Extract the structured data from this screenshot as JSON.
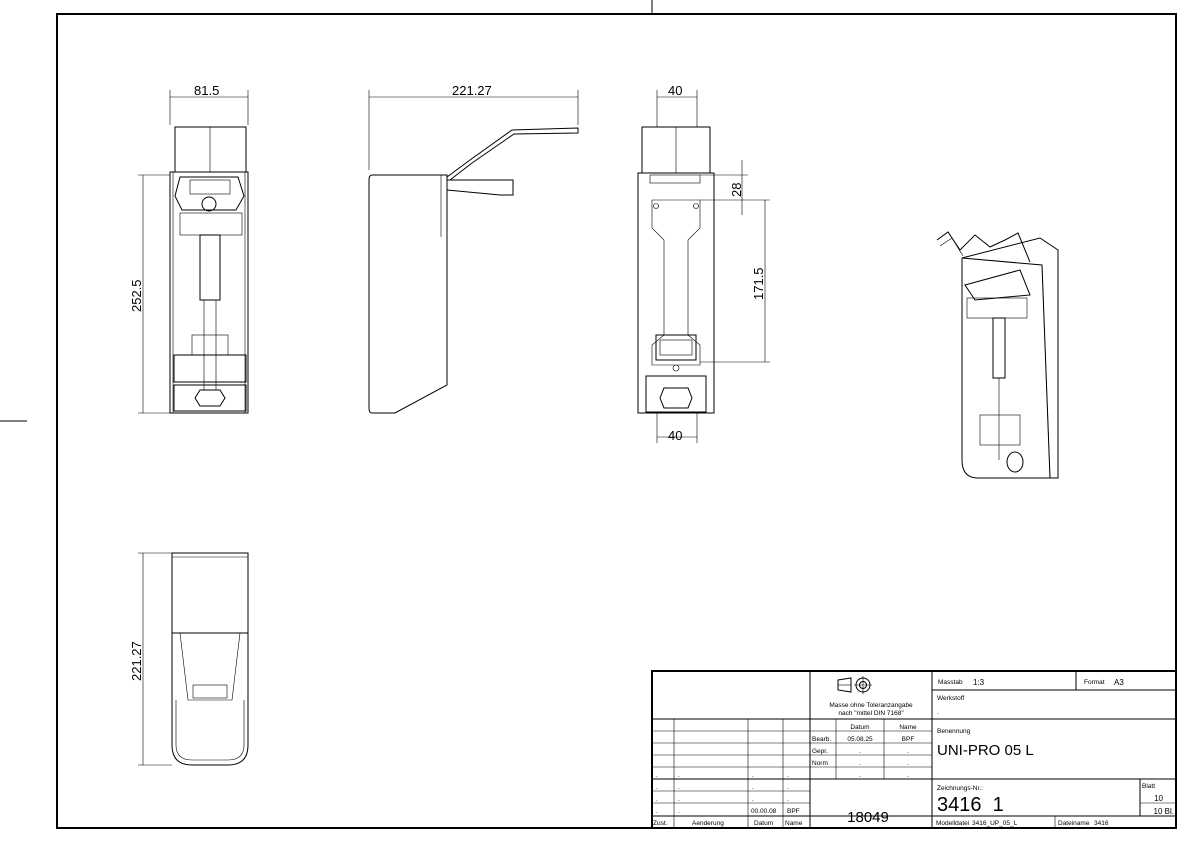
{
  "dimensions": {
    "front_width": "81.5",
    "front_height": "252.5",
    "side_length": "221.27",
    "back_top_width": "40",
    "back_offset": "28",
    "back_hole_spacing": "171.5",
    "back_bottom_width": "40",
    "bottom_length": "221.27"
  },
  "title_block": {
    "tolerance_note_1": "Masse ohne Toleranzangabe",
    "tolerance_note_2": "nach \"mittel DIN 7168\"",
    "col_datum": "Datum",
    "col_name": "Name",
    "bearb_label": "Bearb.",
    "bearb_date": "05.08.25",
    "bearb_name": "BPF",
    "gepr_label": "Gepr.",
    "norm_label": "Norm",
    "dot": ".",
    "rev_date": "00.00.08",
    "rev_name": "BPF",
    "zust_label": "Zust.",
    "aenderung_label": "Aenderung",
    "datum_label": "Datum",
    "name_label": "Name",
    "origin_number": "18049",
    "masstab_label": "Masstab",
    "masstab_value": "1:3",
    "format_label": "Format",
    "format_value": "A3",
    "werkstoff_label": "Werkstoff",
    "werkstoff_value": ".",
    "benennung_label": "Benennung",
    "benennung_value": "UNI-PRO 05 L",
    "zeichnungs_label": "Zeichnungs-Nr.:",
    "zeichnungs_value": "3416  1",
    "blatt_label": "Blatt",
    "blatt_value": "10",
    "blatt_total": "10 Bl.",
    "modelldatei_label": "Modelldatei",
    "modelldatei_value": "3416_UP_05_L",
    "dateiname_label": "Dateiname",
    "dateiname_value": "3416"
  }
}
